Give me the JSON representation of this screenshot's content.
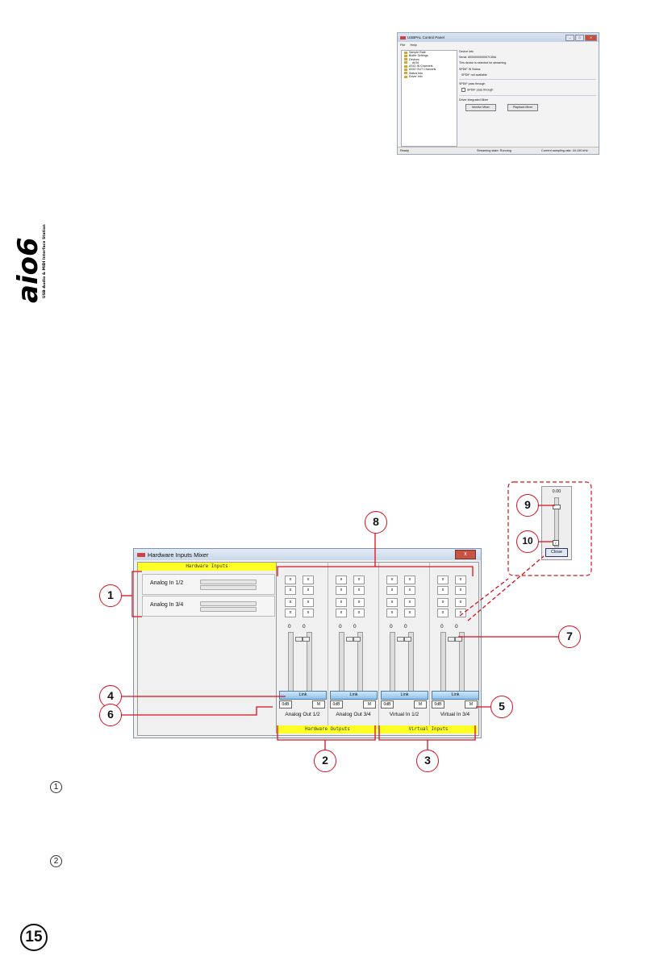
{
  "control_panel": {
    "title": "USBPAL Control Panel",
    "window_buttons": [
      "–",
      "□",
      "✕"
    ],
    "menu": [
      "File",
      "Help"
    ],
    "tree_items": [
      "Sample Rate",
      "Buffer Settings",
      "Devices",
      "AIO6",
      "ASIO IN Channels",
      "ASIO OUT Channels",
      "Status Info",
      "Driver Info"
    ],
    "device_info_heading": "Device info",
    "serial": "Serial: 8000000000007C89A",
    "streaming_note": "This device is selected for streaming.",
    "spdif_status_heading": "SPDIF IN Status",
    "spdif_status": "SPDIF not available",
    "spdif_pass_heading": "SPDIF pass through",
    "spdif_pass_checkbox": "SPDIF pass through",
    "mixer_heading": "Driver integrated Mixer",
    "monitor_button": "Monitor Mixer",
    "playback_button": "Playback Mixer",
    "status_ready": "Ready",
    "status_streaming": "Streaming state: Running",
    "status_rate": "Current sampling rate: 44.100 kHz"
  },
  "logo": {
    "brand": "aio6",
    "tagline": "USB-Audio & MIDI Interface Station"
  },
  "mixer": {
    "title": "Hardware Inputs Mixer",
    "close_label": "x",
    "hardware_inputs_header": "Hardware Inputs",
    "inputs": [
      "Analog In  1/2",
      "Analog In  3/4"
    ],
    "strips": [
      {
        "label": "Analog Out 1/2",
        "zero_l": "0",
        "zero_r": "0",
        "link": "Link",
        "db": "0dB",
        "m": "M"
      },
      {
        "label": "Analog Out 3/4",
        "zero_l": "0",
        "zero_r": "0",
        "link": "Link",
        "db": "0dB",
        "m": "M"
      },
      {
        "label": "Virtual In 1/2",
        "zero_l": "0",
        "zero_r": "0",
        "link": "Link",
        "db": "0dB",
        "m": "M"
      },
      {
        "label": "Virtual In  3/4",
        "zero_l": "0",
        "zero_r": "0",
        "link": "Link",
        "db": "0dB",
        "m": "M"
      }
    ],
    "x_mark": "x",
    "hardware_outputs_footer": "Hardware Outputs",
    "virtual_inputs_footer": "Virtual Inputs"
  },
  "inset": {
    "value": "0.00",
    "checkbox": "✓",
    "close_label": "Close"
  },
  "callouts": [
    "1",
    "2",
    "3",
    "4",
    "5",
    "6",
    "7",
    "8",
    "9",
    "10"
  ],
  "legend_numbers": [
    "1",
    "2"
  ],
  "page_number": "15",
  "colors": {
    "callout_red": "#d6111f",
    "header_yellow": "#ffff26",
    "link_blue": "#8fc3ea"
  }
}
